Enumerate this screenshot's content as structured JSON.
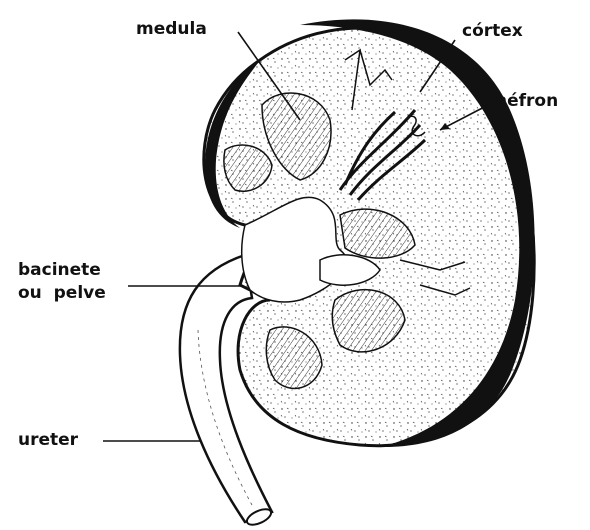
{
  "labels": {
    "medula": "medula",
    "cortex": "córtex",
    "nefron": "néfron",
    "bacinete_line1": "bacinete",
    "bacinete_line2": "ou  pelve",
    "ureter": "ureter"
  },
  "colors": {
    "ink": "#111111",
    "paper": "#ffffff"
  }
}
